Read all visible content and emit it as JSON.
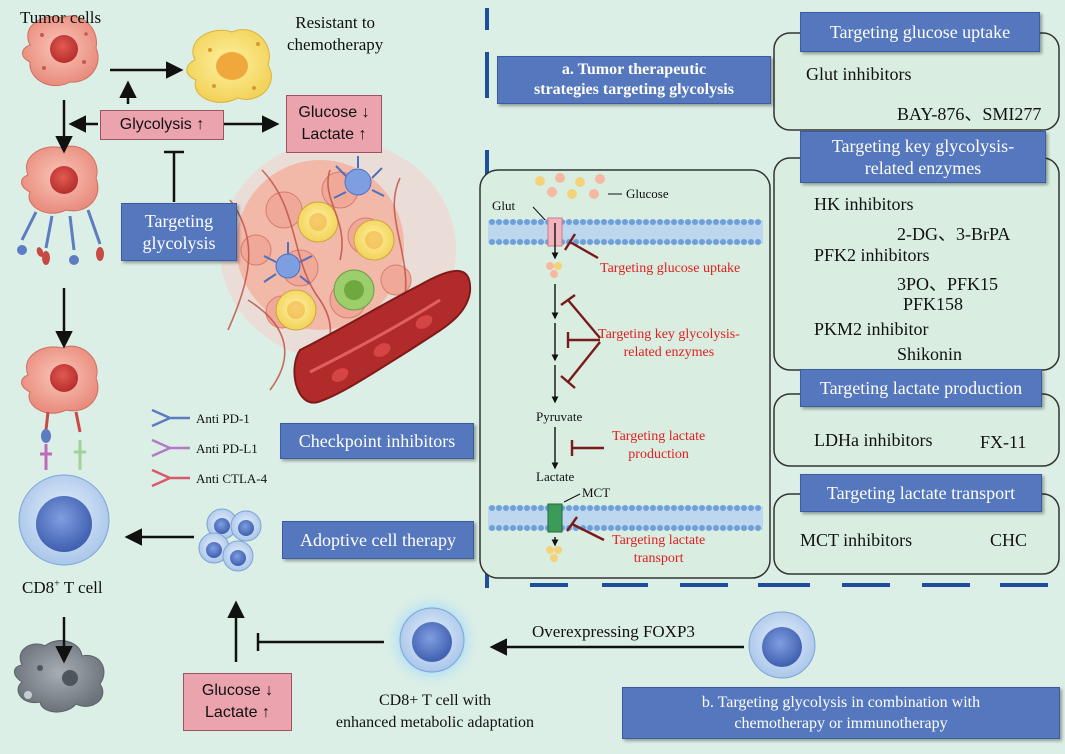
{
  "left": {
    "tumor_cells": "Tumor cells",
    "resistant": [
      "Resistant to",
      "chemotherapy"
    ],
    "glycolysis": "Glycolysis ↑",
    "glucose_top": [
      "Glucose ↓",
      "Lactate ↑"
    ],
    "targeting_glycolysis": [
      "Targeting",
      "glycolysis"
    ],
    "checkpoint_items": [
      "Anti PD-1",
      "Anti PD-L1",
      "Anti CTLA-4"
    ],
    "checkpoint_label": "Checkpoint inhibitors",
    "adoptive_label": "Adoptive cell therapy",
    "cd8_label": "CD8",
    "cd8_sup": "+",
    "cd8_suffix": " T cell",
    "glucose_bottom": [
      "Glucose ↓",
      "Lactate ↑"
    ],
    "enhanced_label": [
      "CD8+ T cell with",
      "enhanced metabolic adaptation"
    ],
    "overexpressing": "Overexpressing FOXP3"
  },
  "center": {
    "title_a": [
      "a. Tumor therapeutic",
      "strategies targeting glycolysis"
    ],
    "glucose": "Glucose",
    "glut": "Glut",
    "pyruvate": "Pyruvate",
    "lactate": "Lactate",
    "mct": "MCT",
    "red_glucose_uptake": "Targeting glucose uptake",
    "red_enzymes": [
      "Targeting key glycolysis-",
      "related enzymes"
    ],
    "red_lactate_production": [
      "Targeting lactate",
      "production"
    ],
    "red_lactate_transport": [
      "Targeting lactate",
      "transport"
    ],
    "title_b": [
      "b. Targeting glycolysis in combination with",
      "chemotherapy or immunotherapy"
    ]
  },
  "right": {
    "glucose_uptake": {
      "header": "Targeting glucose uptake",
      "line1": "Glut inhibitors",
      "line2": "BAY-876、SMI277"
    },
    "enzymes": {
      "header": [
        "Targeting key glycolysis-",
        "related enzymes"
      ],
      "lines": [
        "HK inhibitors",
        "2-DG、3-BrPA",
        "PFK2 inhibitors",
        "3PO、PFK15",
        "PFK158",
        "PKM2 inhibitor",
        "Shikonin"
      ]
    },
    "lactate_production": {
      "header": "Targeting lactate production",
      "line1": "LDHa inhibitors",
      "line2": "FX-11"
    },
    "lactate_transport": {
      "header": "Targeting lactate transport",
      "line1": "MCT inhibitors",
      "line2": "CHC"
    }
  },
  "colors": {
    "background": "#dcefe6",
    "blue_box": "#5577bd",
    "pink_box": "#eba3ad",
    "dash_blue": "#1f4e9a",
    "red_text": "#e02020",
    "inhibit": "#7a1b1b"
  }
}
